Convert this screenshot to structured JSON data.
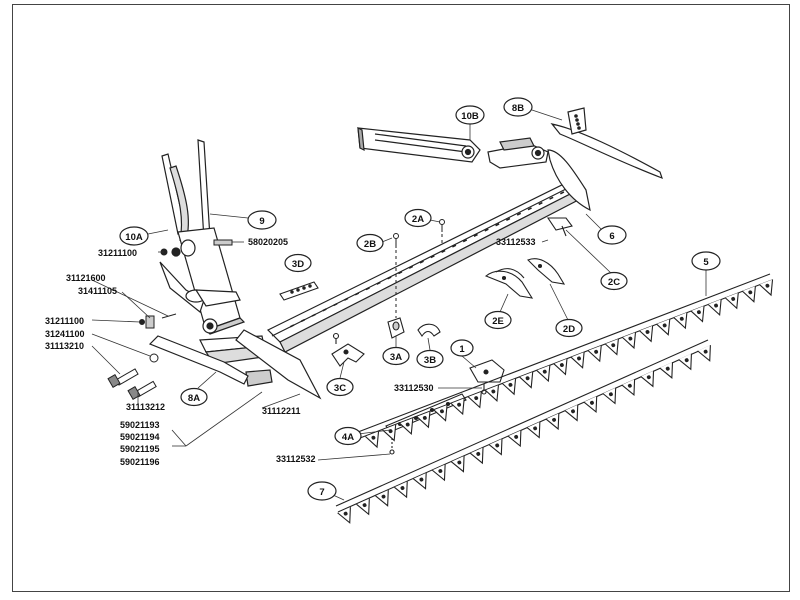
{
  "callouts": {
    "c10a": "10A",
    "c10b": "10B",
    "c8b": "8B",
    "c9": "9",
    "c2a": "2A",
    "c2b": "2B",
    "c3d": "3D",
    "c6": "6",
    "c2c": "2C",
    "c5": "5",
    "c2e": "2E",
    "c2d": "2D",
    "c1": "1",
    "c3a": "3A",
    "c3b": "3B",
    "c3c": "3C",
    "c8a": "8A",
    "c4a": "4A",
    "c7": "7"
  },
  "part_numbers": {
    "pn_31211100_a": "31211100",
    "pn_58020205": "58020205",
    "pn_31121600": "31121600",
    "pn_31411105": "31411105",
    "pn_31211100_b": "31211100",
    "pn_31241100": "31241100",
    "pn_31113210": "31113210",
    "pn_31113212": "31113212",
    "pn_31112211": "31112211",
    "pn_33112533": "33112533",
    "pn_33112530": "33112530",
    "pn_33112532": "33112532",
    "pn_59021193": "59021193",
    "pn_59021194": "59021194",
    "pn_59021195": "59021195",
    "pn_59021196": "59021196"
  }
}
